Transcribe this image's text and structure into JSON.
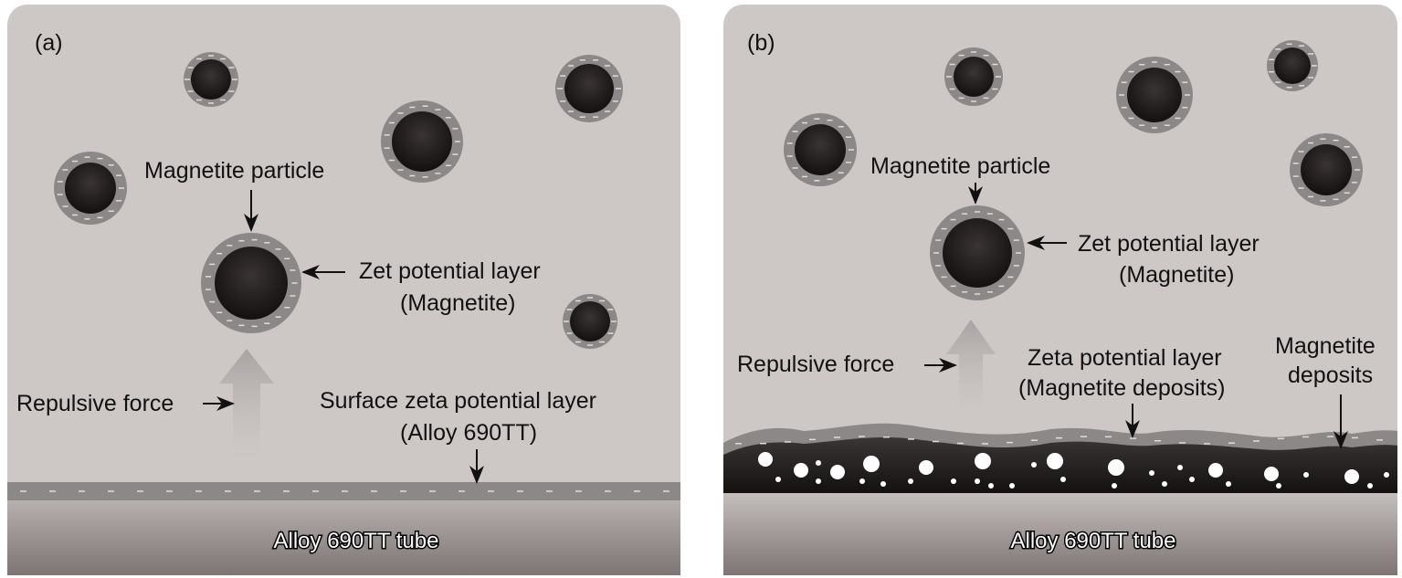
{
  "panel_a": {
    "label": "(a)",
    "particle_label": "Magnetite particle",
    "zeta_label_1": "Zet potential layer",
    "zeta_label_2": "(Magnetite)",
    "force_label": "Repulsive force",
    "surface_label_1": "Surface zeta potential layer",
    "surface_label_2": "(Alloy 690TT)",
    "tube_label": "Alloy 690TT tube"
  },
  "panel_b": {
    "label": "(b)",
    "particle_label": "Magnetite particle",
    "zeta_label_1": "Zet potential layer",
    "zeta_label_2": "(Magnetite)",
    "force_label": "Repulsive force",
    "deposit_zeta_label_1": "Zeta potential layer",
    "deposit_zeta_label_2": "(Magnetite deposits)",
    "deposits_label_1": "Magnetite",
    "deposits_label_2": "deposits",
    "tube_label": "Alloy 690TT tube"
  },
  "colors": {
    "background": "#cdc8c6",
    "particle": "#1e1a1a",
    "layer": "#8d8888"
  }
}
